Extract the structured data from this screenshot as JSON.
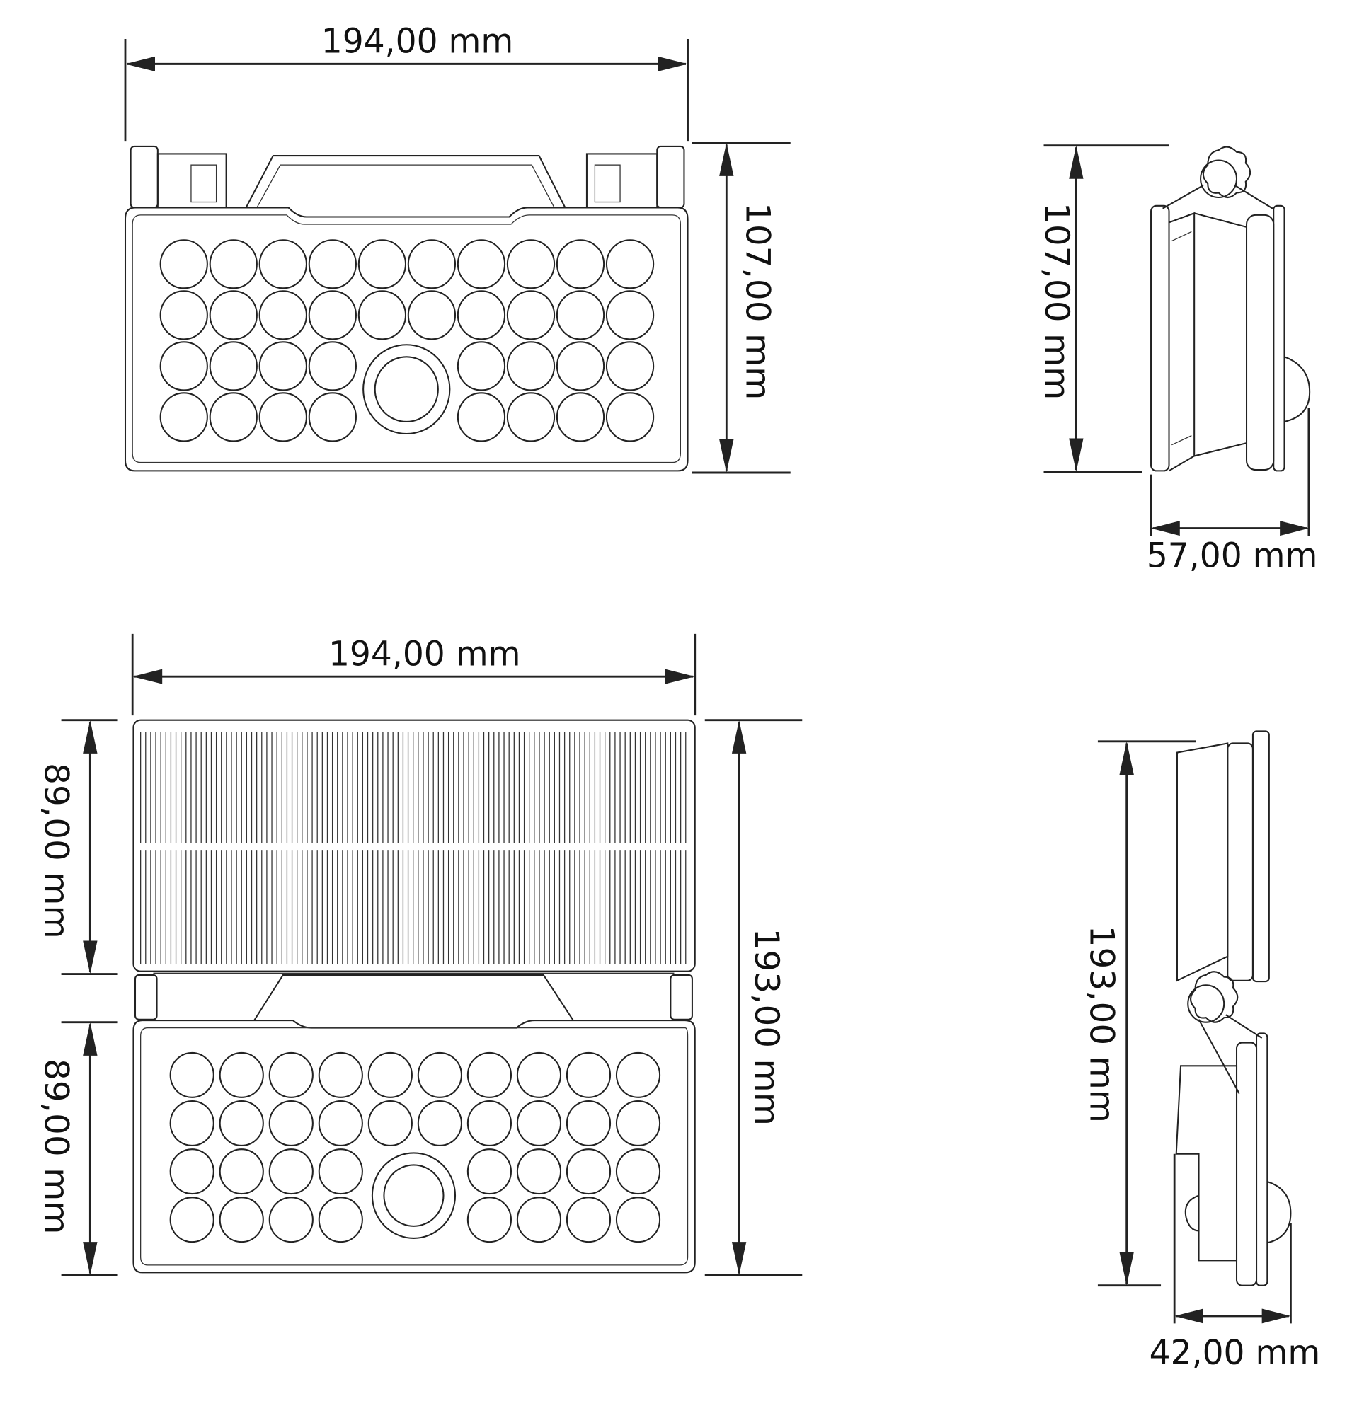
{
  "dimensions": {
    "front_width": "194,00 mm",
    "front_height": "107,00 mm",
    "side_height": "107,00 mm",
    "side_depth": "57,00 mm",
    "open_width": "194,00 mm",
    "solar_height": "89,00 mm",
    "lamp_height": "89,00 mm",
    "open_total_height": "193,00 mm",
    "open_side_height": "193,00 mm",
    "open_side_depth": "42,00 mm"
  },
  "led_grid": {
    "rows": 4,
    "columns": 10,
    "sensor_columns": [
      4,
      5
    ],
    "sensor_rows": [
      2,
      3
    ]
  }
}
